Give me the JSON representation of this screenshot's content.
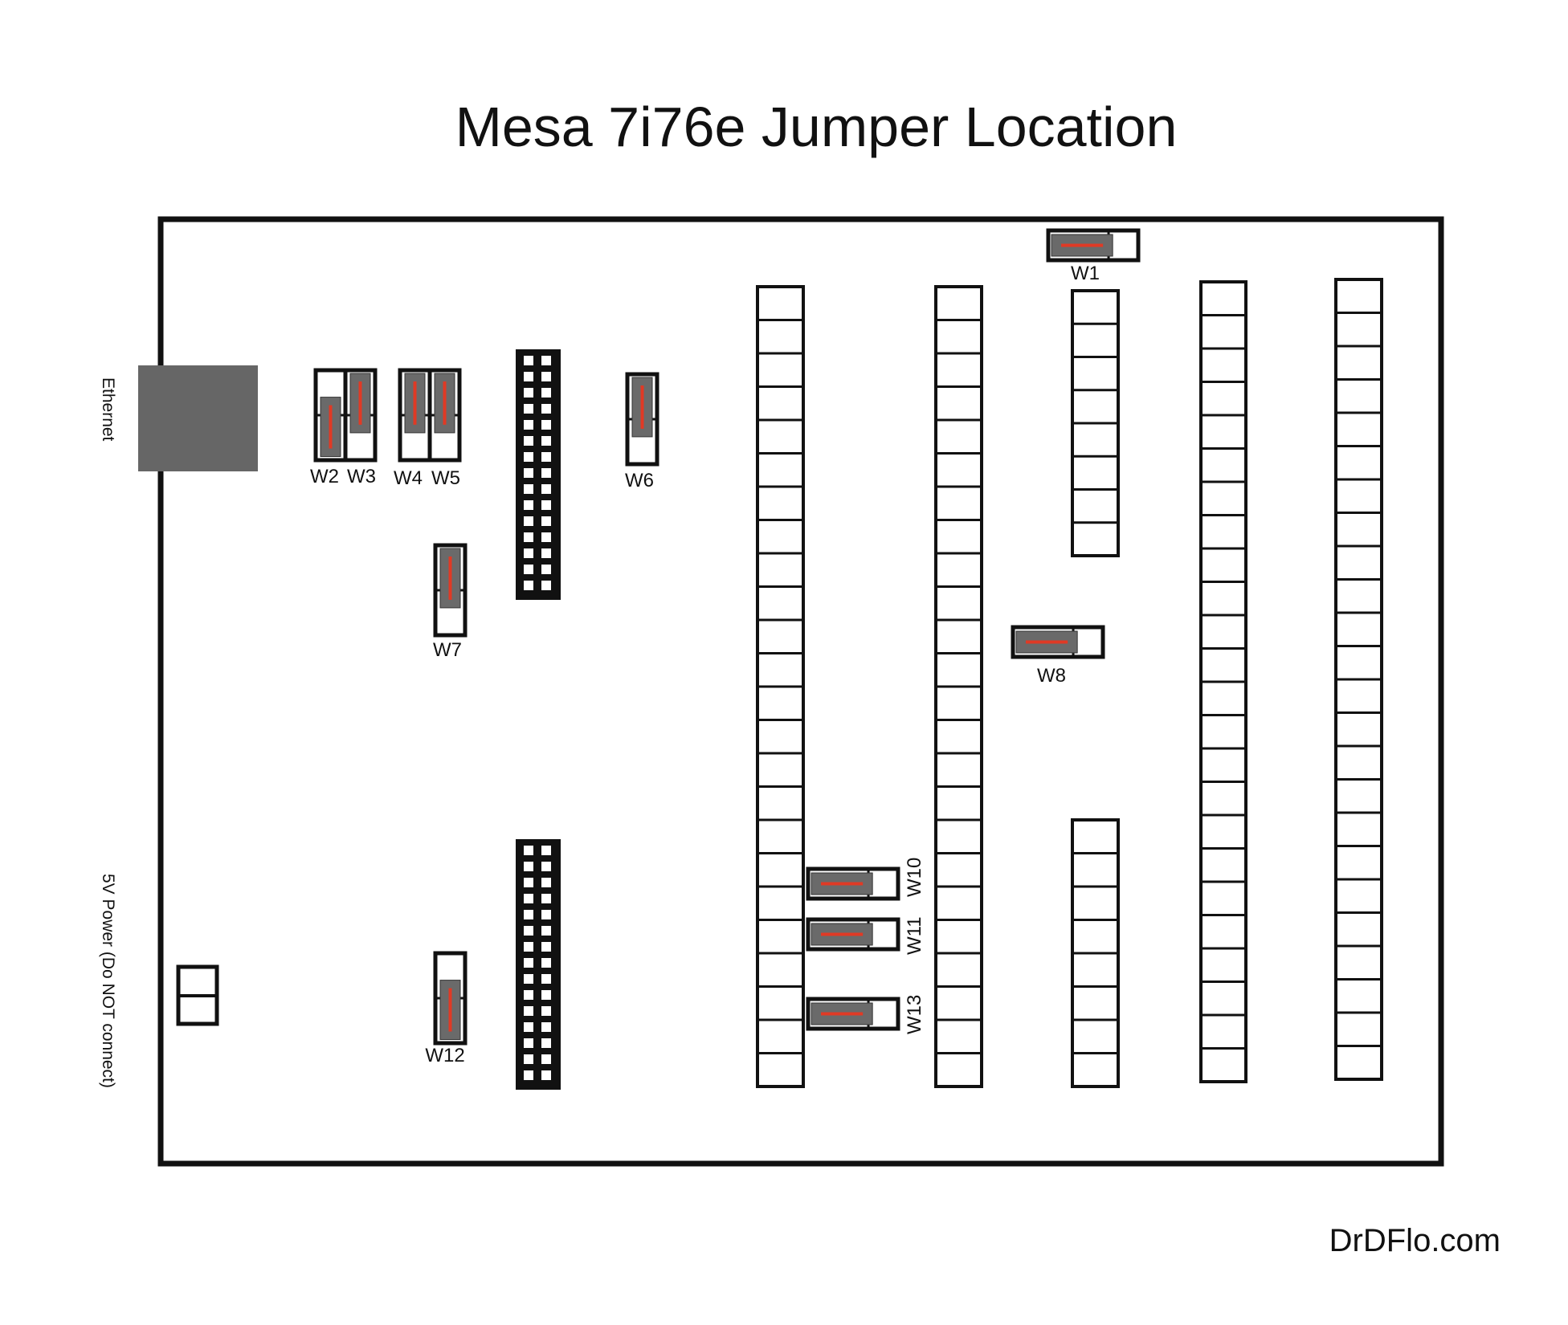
{
  "title": "Mesa 7i76e Jumper Location",
  "footer": "DrDFlo.com",
  "colors": {
    "board_outline": "#111111",
    "ethernet_port": "#666666",
    "jumper_shunt": "#6a6a6a",
    "shunt_mark": "#e03a25",
    "background": "#ffffff"
  },
  "connectors": {
    "ethernet": "Ethernet",
    "power": "5V Power (Do NOT connect)"
  },
  "jumpers": [
    {
      "name": "W1",
      "orientation": "horizontal",
      "shunt": "left"
    },
    {
      "name": "W2",
      "orientation": "vertical",
      "shunt": "bottom"
    },
    {
      "name": "W3",
      "orientation": "vertical",
      "shunt": "top"
    },
    {
      "name": "W4",
      "orientation": "vertical",
      "shunt": "top"
    },
    {
      "name": "W5",
      "orientation": "vertical",
      "shunt": "top"
    },
    {
      "name": "W6",
      "orientation": "vertical",
      "shunt": "top"
    },
    {
      "name": "W7",
      "orientation": "vertical",
      "shunt": "top"
    },
    {
      "name": "W8",
      "orientation": "horizontal",
      "shunt": "left"
    },
    {
      "name": "W10",
      "orientation": "horizontal",
      "shunt": "left"
    },
    {
      "name": "W11",
      "orientation": "horizontal",
      "shunt": "left"
    },
    {
      "name": "W12",
      "orientation": "vertical",
      "shunt": "bottom"
    },
    {
      "name": "W13",
      "orientation": "horizontal",
      "shunt": "left"
    }
  ]
}
